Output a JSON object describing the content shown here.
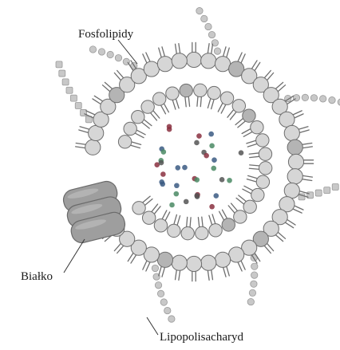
{
  "labels": {
    "phospholipids": "Fosfolipidy",
    "protein": "Białko",
    "lps": "Lipopolisacharyd"
  },
  "colors": {
    "head_fill": "#d6d6d6",
    "head_dark": "#b4b4b4",
    "outline": "#6e6e6e",
    "protein": "#9e9e9e",
    "sugar": "#c8c8c8",
    "cargo": [
      "#3b5b82",
      "#8a3040",
      "#4a8a64",
      "#555555"
    ]
  },
  "structure": {
    "type": "liposome",
    "leaflets": 2,
    "outer_heads": 44,
    "inner_heads": 32,
    "lps_chains": 7,
    "protein_subunits": 3,
    "cargo_particles": 34
  }
}
